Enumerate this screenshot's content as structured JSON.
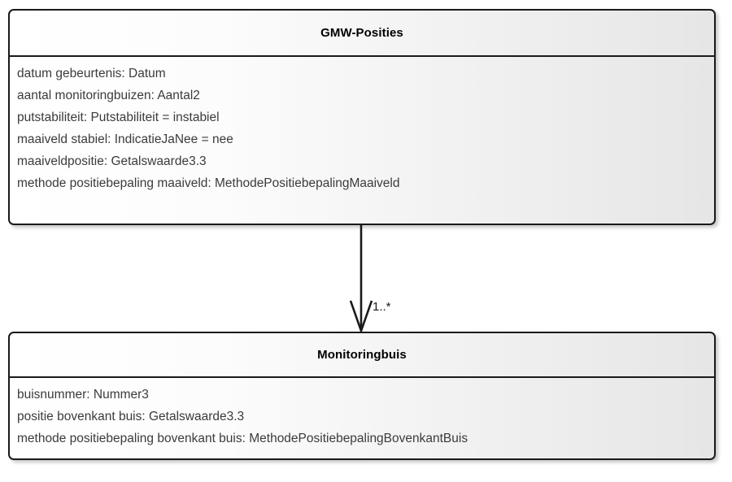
{
  "diagram": {
    "type": "uml-class-diagram",
    "background_color": "#ffffff",
    "border_color": "#1a1a1a",
    "text_color": "#3b3b3b",
    "title_color": "#000000"
  },
  "classes": [
    {
      "name": "GMW-Posities",
      "attributes": [
        "datum gebeurtenis: Datum",
        "aantal monitoringbuizen: Aantal2",
        "putstabiliteit: Putstabiliteit = instabiel",
        "maaiveld stabiel: IndicatieJaNee = nee",
        "maaiveldpositie: Getalswaarde3.3",
        "methode positiebepaling maaiveld: MethodePositiebepalingMaaiveld"
      ]
    },
    {
      "name": "Monitoringbuis",
      "attributes": [
        "buisnummer: Nummer3",
        "positie bovenkant buis: Getalswaarde3.3",
        "methode positiebepaling bovenkant buis: MethodePositiebepalingBovenkantBuis"
      ]
    }
  ],
  "associations": [
    {
      "from": "GMW-Posities",
      "to": "Monitoringbuis",
      "arrow": "open-arrow",
      "target_multiplicity": "1..*"
    }
  ]
}
